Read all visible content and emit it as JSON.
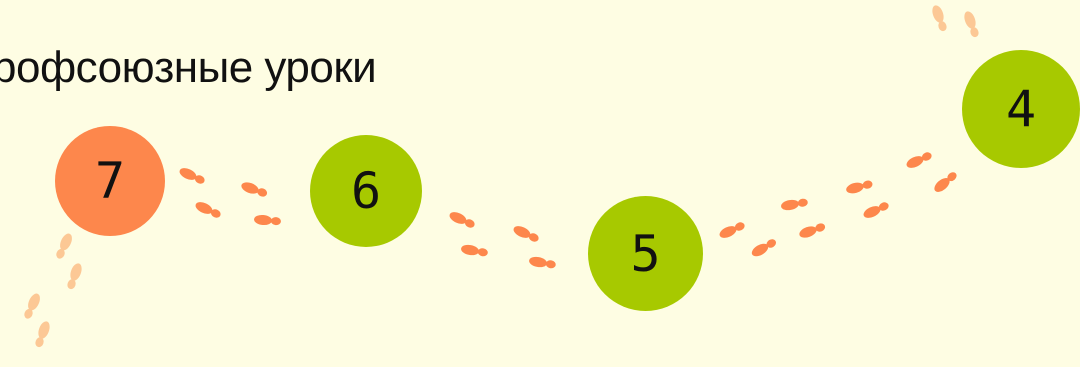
{
  "heading": {
    "text": "рофсоюзные уроки"
  },
  "steps": [
    {
      "number": "7",
      "color": "#fd874c"
    },
    {
      "number": "6",
      "color": "#a7c900"
    },
    {
      "number": "5",
      "color": "#a7c900"
    },
    {
      "number": "4",
      "color": "#a7c900"
    }
  ],
  "colors": {
    "background": "#fefde3",
    "footprint": "#fd874c",
    "footprint_faded": "#fcc895",
    "step_current": "#fd874c",
    "step_next": "#a7c900"
  }
}
